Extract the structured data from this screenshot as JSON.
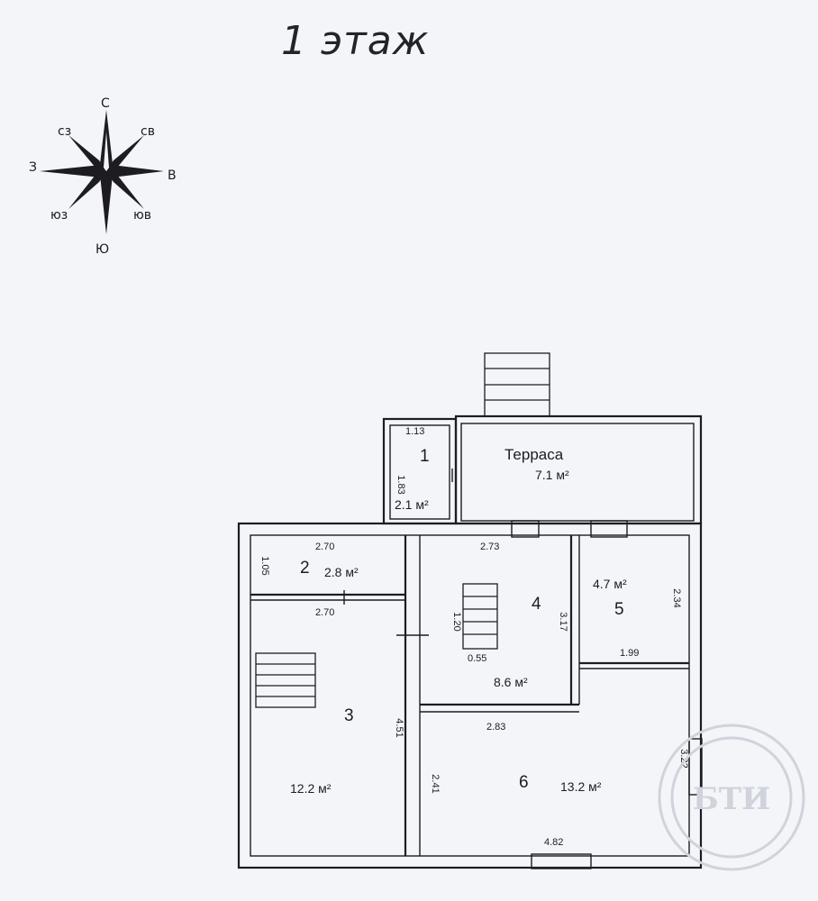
{
  "title": "1 этаж",
  "compass": {
    "n": "С",
    "ne": "св",
    "e": "В",
    "se": "юв",
    "s": "Ю",
    "sw": "юз",
    "w": "З",
    "nw": "сз"
  },
  "rooms": [
    {
      "id": "1",
      "number": "1",
      "area": "2.1 м²",
      "width": "1.13",
      "depth": "1.83"
    },
    {
      "id": "terrace",
      "name": "Терраса",
      "area": "7.1 м²"
    },
    {
      "id": "2",
      "number": "2",
      "area": "2.8 м²",
      "top": "2.70",
      "side": "1.05",
      "bottom": "2.70"
    },
    {
      "id": "3",
      "number": "3",
      "area": "12.2 м²",
      "side": "4.51"
    },
    {
      "id": "4",
      "number": "4",
      "area": "8.6 м²",
      "top": "2.73",
      "stair_len": "1.20",
      "stair_w": "0.55",
      "side": "3.17",
      "bottom": "2.83"
    },
    {
      "id": "5",
      "number": "5",
      "area": "4.7 м²",
      "side": "2.34",
      "bottom": "1.99"
    },
    {
      "id": "6",
      "number": "6",
      "area": "13.2 м²",
      "side_left": "2.41",
      "side_right": "3.22",
      "bottom": "4.82"
    }
  ],
  "stamp_text": "БТИ"
}
